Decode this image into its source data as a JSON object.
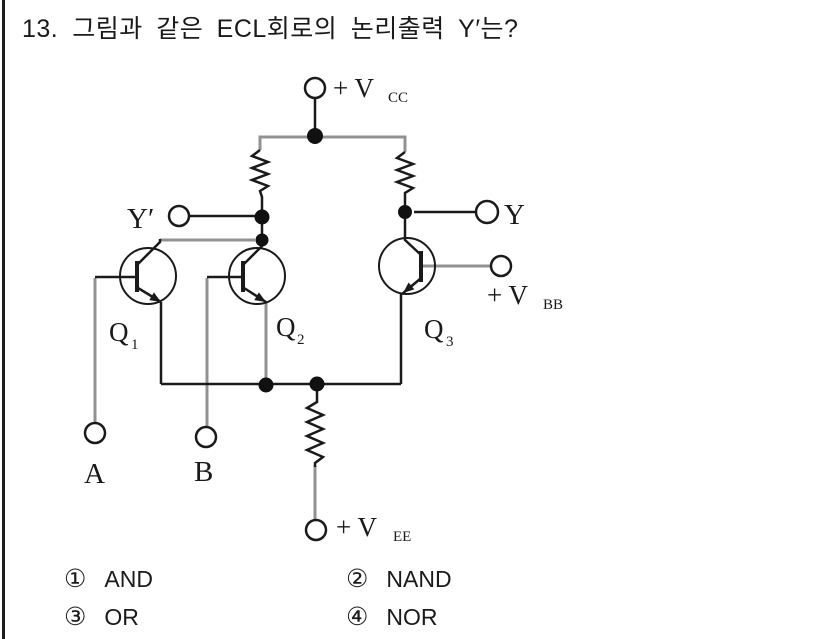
{
  "question": {
    "number": "13.",
    "text": "그림과 같은 ECL회로의 논리출력 Y′는?"
  },
  "circuit": {
    "supply_top": {
      "prefix": "+ V",
      "sub": "CC"
    },
    "supply_base": {
      "prefix": "+ V",
      "sub": "BB"
    },
    "supply_emitter": {
      "prefix": "+ V",
      "sub": "EE"
    },
    "output_complement": "Y′",
    "output_true": "Y",
    "transistors": [
      {
        "name": "Q",
        "sub": "1"
      },
      {
        "name": "Q",
        "sub": "2"
      },
      {
        "name": "Q",
        "sub": "3"
      }
    ],
    "input_a": "A",
    "input_b": "B",
    "wire_black": "#1a1a1a",
    "wire_gray": "#919191"
  },
  "options": [
    {
      "marker": "①",
      "label": "AND"
    },
    {
      "marker": "②",
      "label": "NAND"
    },
    {
      "marker": "③",
      "label": "OR"
    },
    {
      "marker": "④",
      "label": "NOR"
    }
  ]
}
